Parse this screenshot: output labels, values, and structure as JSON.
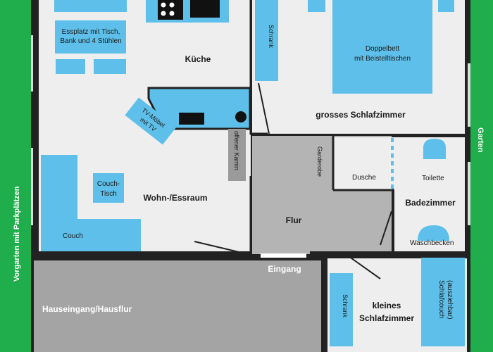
{
  "outside": {
    "left_label": "Vorgarten mit Parkplätzen",
    "right_label": "Garten"
  },
  "rooms": {
    "kitchen": "Küche",
    "living": "Wohn-/Essraum",
    "bedroom_big": "grosses Schlafzimmer",
    "hall": "Flur",
    "bathroom": "Badezimmer",
    "bedroom_small": [
      "kleines",
      "Schlafzimmer"
    ],
    "entrance_hall": "Hauseingang/Hausflur",
    "entrance": "Eingang"
  },
  "furniture": {
    "dining": [
      "Essplatz mit Tisch,",
      "Bank und 4 Stühlen"
    ],
    "tv": [
      "TV-Möbel",
      "mit TV"
    ],
    "coffee_table": [
      "Couch-",
      "Tisch"
    ],
    "couch": "Couch",
    "fireplace": "offener Kamin",
    "wardrobe_big": "Schrank",
    "double_bed": [
      "Doppelbett",
      "mit Beistelltischen"
    ],
    "garderobe": "Garderobe",
    "shower": "Dusche",
    "toilet": "Toilette",
    "sink": "Waschbecken",
    "wardrobe_small": "Schrank",
    "sofa_bed": [
      "Schlafcouch",
      "(ausziehbar)"
    ]
  },
  "colors": {
    "garden": "#1fae4b",
    "wall": "#222222",
    "floor": "#eeeeee",
    "furniture": "#5ec0ea",
    "hall": "#b4b4b4",
    "entrance_hall": "#a4a4a4",
    "fireplace": "#9a9a9a"
  }
}
